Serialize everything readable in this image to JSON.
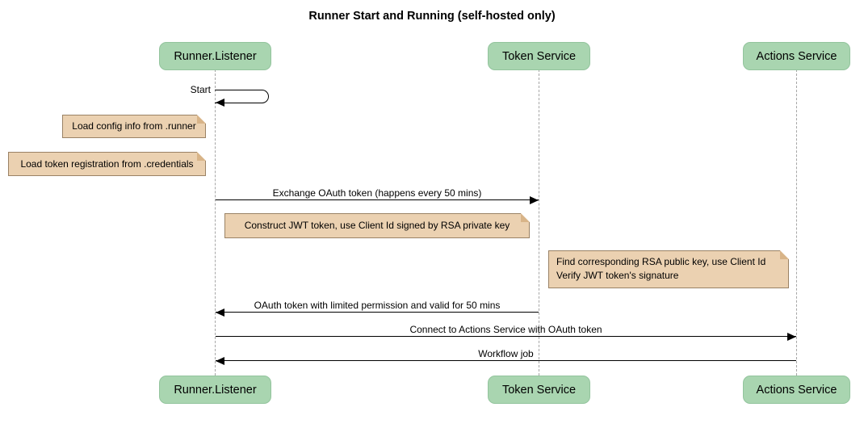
{
  "title": "Runner Start and Running (self-hosted only)",
  "participants": [
    {
      "name": "Runner.Listener"
    },
    {
      "name": "Token Service"
    },
    {
      "name": "Actions Service"
    }
  ],
  "messages": [
    {
      "label": "Start",
      "from": "Runner.Listener",
      "to": "Runner.Listener",
      "kind": "self"
    },
    {
      "label": "Exchange OAuth token (happens every 50 mins)",
      "from": "Runner.Listener",
      "to": "Token Service",
      "kind": "solid-arrow"
    },
    {
      "label": "OAuth token with limited permission and valid for 50 mins",
      "from": "Token Service",
      "to": "Runner.Listener",
      "kind": "solid-arrow"
    },
    {
      "label": "Connect to Actions Service with OAuth token",
      "from": "Runner.Listener",
      "to": "Actions Service",
      "kind": "solid-arrow"
    },
    {
      "label": "Workflow job",
      "from": "Actions Service",
      "to": "Runner.Listener",
      "kind": "solid-arrow"
    }
  ],
  "notes": [
    {
      "lines": [
        "Load config info from .runner"
      ],
      "placement": "left of Runner.Listener"
    },
    {
      "lines": [
        "Load token registration from .credentials"
      ],
      "placement": "left of Runner.Listener"
    },
    {
      "lines": [
        "Construct JWT token, use Client Id signed by RSA private key"
      ],
      "placement": "over Runner.Listener and Token Service"
    },
    {
      "lines": [
        "Find corresponding RSA public key, use Client Id",
        "Verify JWT token's signature"
      ],
      "placement": "right of Token Service"
    }
  ],
  "colors": {
    "participant_fill": "#a9d5b0",
    "participant_border": "#93c49d",
    "note_fill": "#ebd1b1",
    "note_border": "#9a8265",
    "note_fold": "#d8b488",
    "lifeline": "#a6a6a6",
    "arrow": "#000000"
  }
}
